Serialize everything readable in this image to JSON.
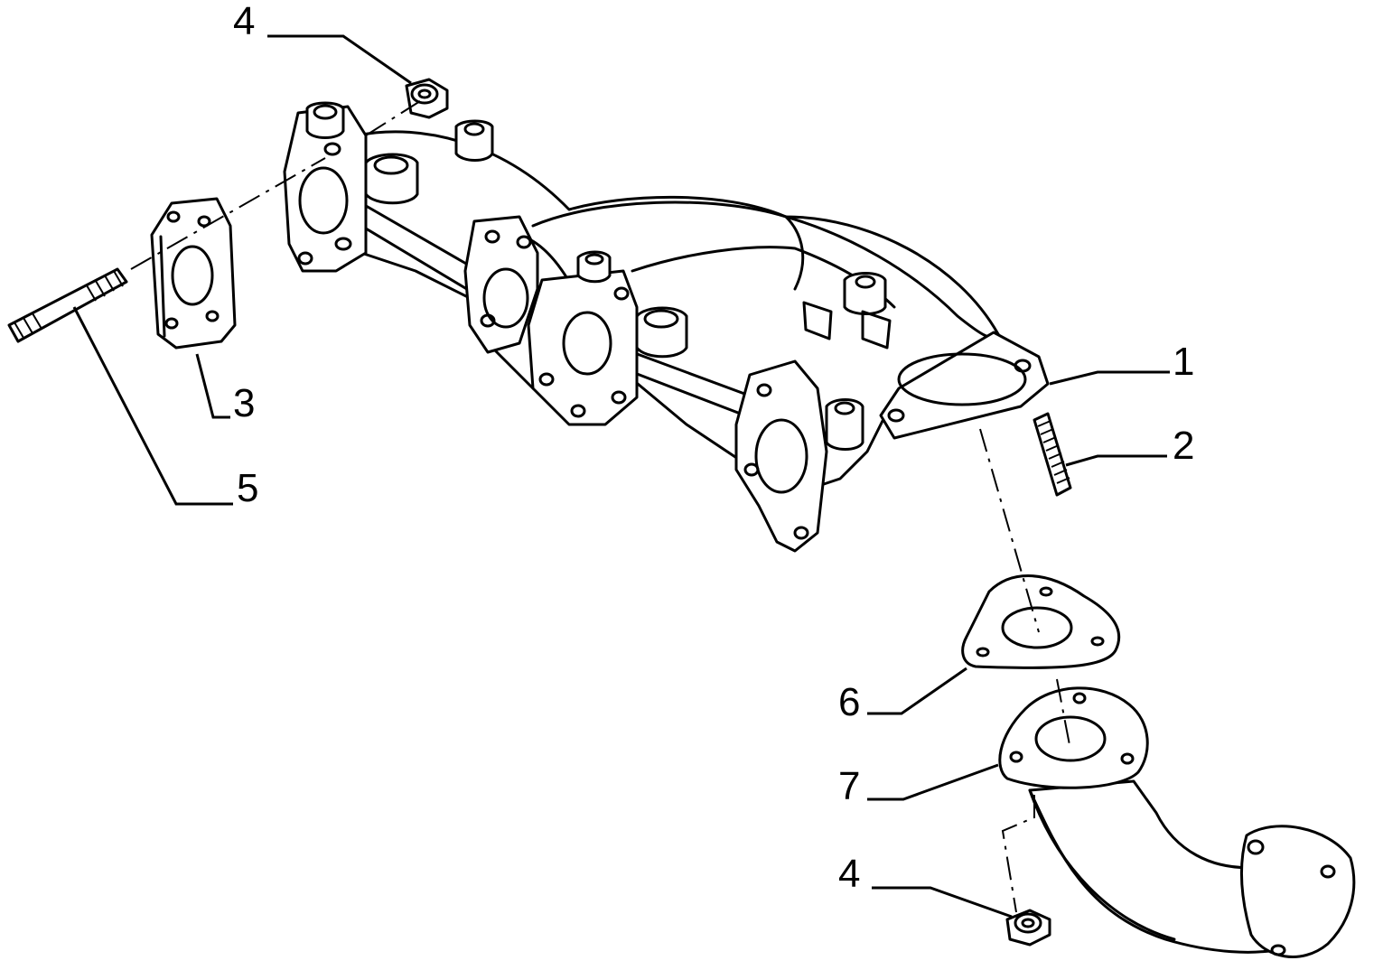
{
  "callouts": [
    {
      "id": "1",
      "label": "1"
    },
    {
      "id": "2",
      "label": "2"
    },
    {
      "id": "3",
      "label": "3"
    },
    {
      "id": "4a",
      "label": "4"
    },
    {
      "id": "4b",
      "label": "4"
    },
    {
      "id": "5",
      "label": "5"
    },
    {
      "id": "6",
      "label": "6"
    },
    {
      "id": "7",
      "label": "7"
    }
  ],
  "colors": {
    "ink": "#000000",
    "paper": "#ffffff"
  }
}
